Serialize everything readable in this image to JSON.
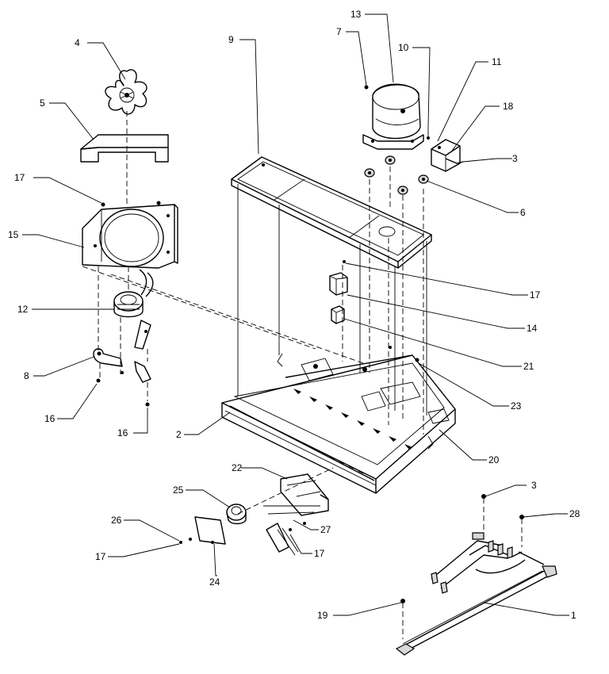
{
  "callouts": {
    "c1": "1",
    "c2": "2",
    "c3a": "3",
    "c3b": "3",
    "c4": "4",
    "c5": "5",
    "c6": "6",
    "c7": "7",
    "c8": "8",
    "c9": "9",
    "c10": "10",
    "c11": "11",
    "c12": "12",
    "c13": "13",
    "c14": "14",
    "c15": "15",
    "c16a": "16",
    "c16b": "16",
    "c17a": "17",
    "c17b": "17",
    "c17c": "17",
    "c17d": "17",
    "c18": "18",
    "c19": "19",
    "c20": "20",
    "c21": "21",
    "c22": "22",
    "c23": "23",
    "c24": "24",
    "c25": "25",
    "c26": "26",
    "c27": "27",
    "c28": "28"
  }
}
